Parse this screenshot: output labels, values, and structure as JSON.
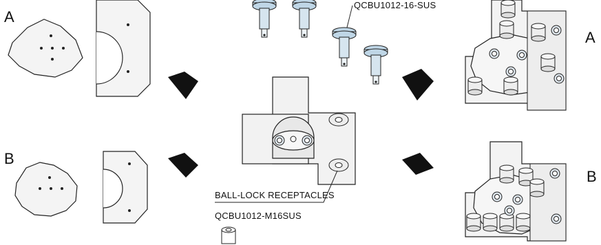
{
  "labels": {
    "variant_a_left": "A",
    "variant_b_left": "B",
    "variant_a_right": "A",
    "variant_b_right": "B"
  },
  "callouts": {
    "shaft_part_number": "QCBU1012-16-SUS",
    "receptacles_title": "BALL-LOCK RECEPTACLES",
    "receptacle_part_number": "QCBU1012-M16SUS"
  },
  "colors": {
    "line": "#222222",
    "plate_fill": "#f4f4f4",
    "plate_shade": "#dadada",
    "accent_blue": "#bfd6e6",
    "arrow": "#111111",
    "background": "#ffffff"
  }
}
